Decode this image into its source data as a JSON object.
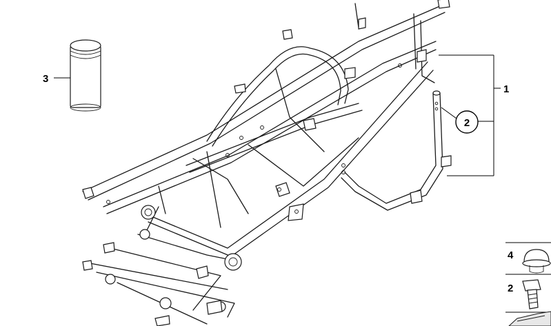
{
  "diagram": {
    "callouts": {
      "frame": "1",
      "frame_hardware": "2",
      "touch_up_paint": "3"
    },
    "side_parts": {
      "cap": "4",
      "screw": "2"
    }
  }
}
